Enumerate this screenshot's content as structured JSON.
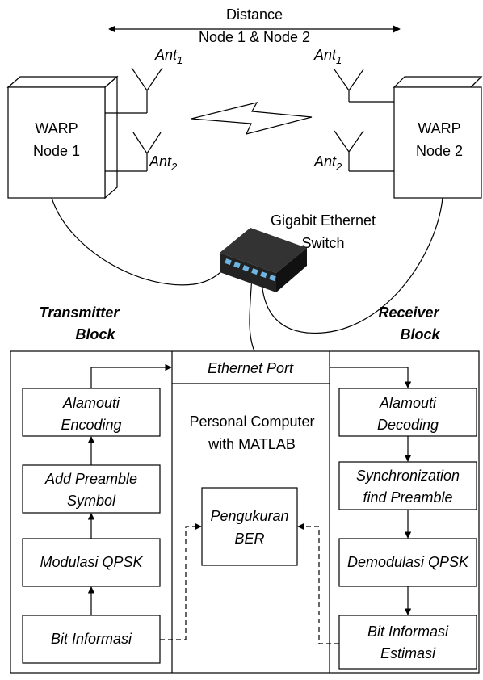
{
  "distance": {
    "line1": "Distance",
    "line2": "Node 1 & Node 2"
  },
  "antennas": {
    "node1_ant1": {
      "base": "Ant",
      "sub": "1"
    },
    "node1_ant2": {
      "base": "Ant",
      "sub": "2"
    },
    "node2_ant1": {
      "base": "Ant",
      "sub": "1"
    },
    "node2_ant2": {
      "base": "Ant",
      "sub": "2"
    }
  },
  "node1": {
    "line1": "WARP",
    "line2": "Node 1"
  },
  "node2": {
    "line1": "WARP",
    "line2": "Node 2"
  },
  "switch_label": {
    "line1": "Gigabit Ethernet",
    "line2": "Switch"
  },
  "tx_block": {
    "line1": "Transmitter",
    "line2": "Block"
  },
  "rx_block": {
    "line1": "Receiver",
    "line2": "Block"
  },
  "ethernet_port": "Ethernet Port",
  "pc": {
    "line1": "Personal Computer",
    "line2": "with MATLAB"
  },
  "ber": {
    "line1": "Pengukuran",
    "line2": "BER"
  },
  "tx_steps": {
    "encoding": {
      "line1": "Alamouti",
      "line2": "Encoding"
    },
    "preamble": {
      "line1": "Add Preamble",
      "line2": "Symbol"
    },
    "modulation": "Modulasi QPSK",
    "bits": "Bit Informasi"
  },
  "rx_steps": {
    "decoding": {
      "line1": "Alamouti",
      "line2": "Decoding"
    },
    "sync": {
      "line1": "Synchronization",
      "line2": "find Preamble"
    },
    "demodulation": "Demodulasi QPSK",
    "bits": {
      "line1": "Bit Informasi",
      "line2": "Estimasi"
    }
  }
}
